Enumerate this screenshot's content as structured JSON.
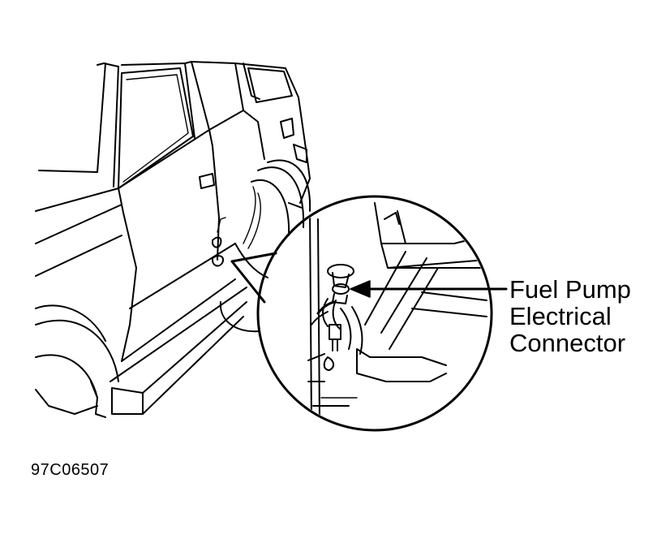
{
  "callout": {
    "line1": "Fuel Pump",
    "line2": "Electrical",
    "line3": "Connector"
  },
  "figure_code": "97C06507",
  "colors": {
    "ink": "#000000",
    "paper": "#ffffff"
  }
}
